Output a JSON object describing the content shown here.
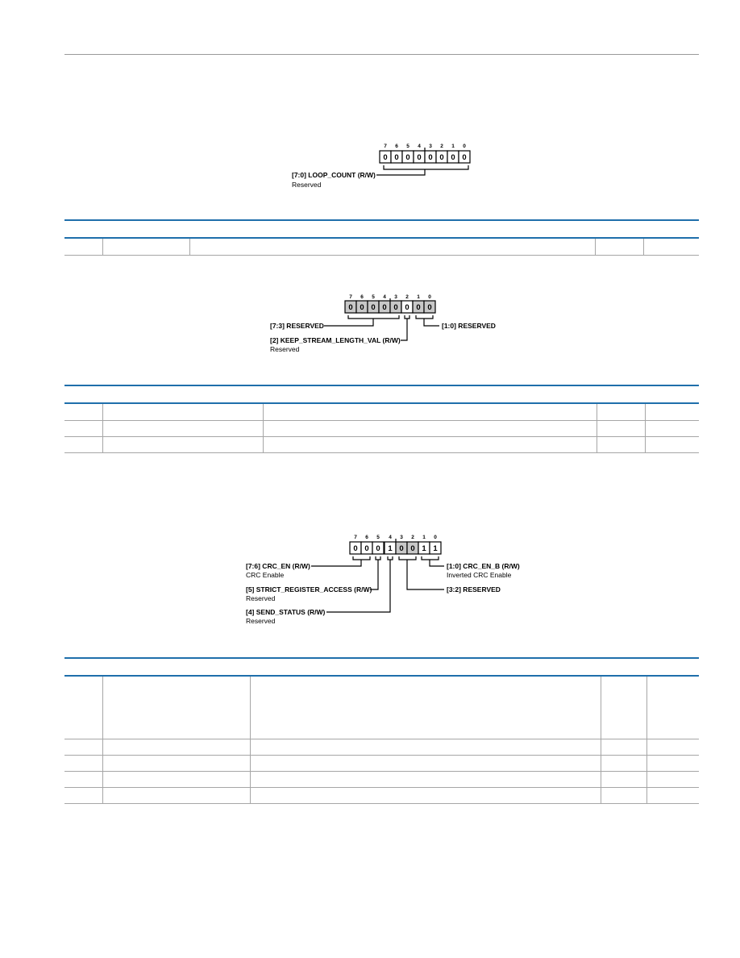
{
  "registers": [
    {
      "bit_labels": [
        "7",
        "6",
        "5",
        "4",
        "3",
        "2",
        "1",
        "0"
      ],
      "bit_values": [
        "0",
        "0",
        "0",
        "0",
        "0",
        "0",
        "0",
        "0"
      ],
      "fields": [
        {
          "name": "[7:0] LOOP_COUNT (R/W)",
          "desc": "Reserved"
        }
      ]
    },
    {
      "bit_labels": [
        "7",
        "6",
        "5",
        "4",
        "3",
        "2",
        "1",
        "0"
      ],
      "bit_values": [
        "0",
        "0",
        "0",
        "0",
        "0",
        "0",
        "0",
        "0"
      ],
      "fields": [
        {
          "name": "[7:3] RESERVED",
          "desc": ""
        },
        {
          "name": "[2] KEEP_STREAM_LENGTH_VAL (R/W)",
          "desc": "Reserved"
        },
        {
          "name": "[1:0] RESERVED",
          "desc": ""
        }
      ]
    },
    {
      "bit_labels": [
        "7",
        "6",
        "5",
        "4",
        "3",
        "2",
        "1",
        "0"
      ],
      "bit_values": [
        "0",
        "0",
        "0",
        "1",
        "0",
        "0",
        "1",
        "1"
      ],
      "fields": [
        {
          "name": "[7:6] CRC_EN (R/W)",
          "desc": "CRC Enable"
        },
        {
          "name": "[5] STRICT_REGISTER_ACCESS (R/W)",
          "desc": "Reserved"
        },
        {
          "name": "[4] SEND_STATUS (R/W)",
          "desc": "Reserved"
        },
        {
          "name": "[3:2] RESERVED",
          "desc": ""
        },
        {
          "name": "[1:0] CRC_EN_B (R/W)",
          "desc": "Inverted CRC Enable"
        }
      ]
    }
  ],
  "tables": [
    {
      "rows": [
        [
          "",
          "",
          "",
          "",
          ""
        ]
      ]
    },
    {
      "rows": [
        [
          "",
          "",
          "",
          "",
          ""
        ],
        [
          "",
          "",
          "",
          "",
          ""
        ],
        [
          "",
          "",
          "",
          "",
          ""
        ]
      ]
    },
    {
      "rows": [
        [
          "",
          "",
          "",
          "",
          ""
        ],
        [
          "",
          "",
          "",
          "",
          ""
        ],
        [
          "",
          "",
          "",
          "",
          ""
        ],
        [
          "",
          "",
          "",
          "",
          ""
        ],
        [
          "",
          "",
          "",
          "",
          ""
        ]
      ]
    }
  ],
  "colors": {
    "rule_blue": "#1f6fab",
    "reserved_fill": "#c8c8c8",
    "grid": "#a6a6a6"
  }
}
